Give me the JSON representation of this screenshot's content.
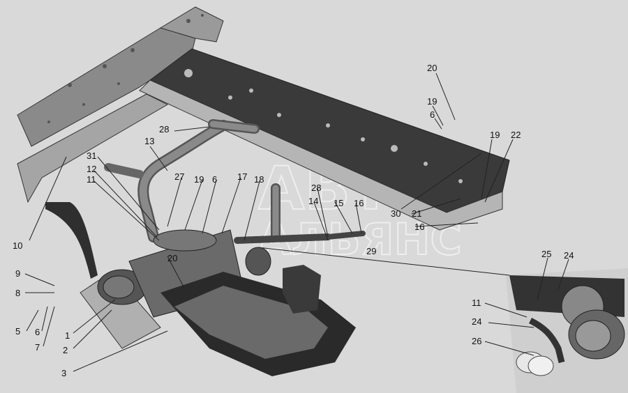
{
  "watermark": {
    "line1": "АВТО",
    "line2": "АЛЬЯНС",
    "icon": "logo-stamp"
  },
  "callouts": [
    "20",
    "19",
    "6",
    "19",
    "22",
    "28",
    "13",
    "31",
    "12",
    "11",
    "27",
    "19",
    "6",
    "17",
    "18",
    "28",
    "14",
    "15",
    "16",
    "30",
    "21",
    "16",
    "29",
    "10",
    "20",
    "9",
    "8",
    "5",
    "6",
    "7",
    "1",
    "2",
    "3",
    "25",
    "24",
    "11",
    "24",
    "26"
  ],
  "colors": {
    "background": "#d9d9d9",
    "frame": "#3a3a3a",
    "plate": "#8c8c8c",
    "tube": "#6e6e6e",
    "line": "#222222"
  }
}
